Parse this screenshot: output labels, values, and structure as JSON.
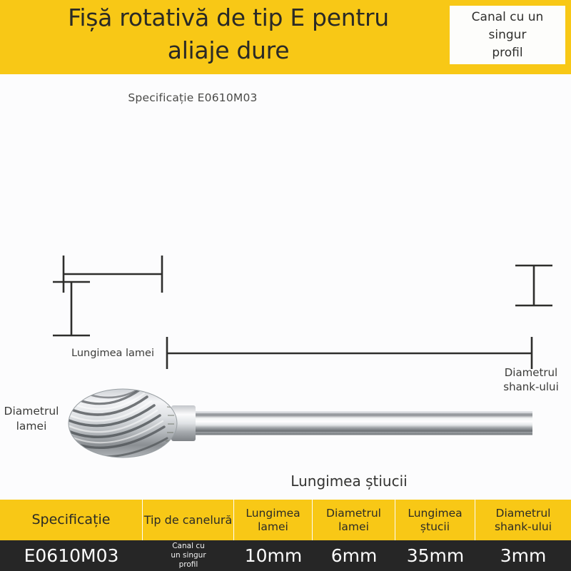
{
  "header": {
    "title": "Fișă rotativă de tip E pentru\naliaje dure",
    "badge": "Canal cu un\nsingur\nprofil"
  },
  "spec_line": "Specificație E0610M03",
  "diagram": {
    "labels": {
      "blade_length": "Lungimea lamei",
      "blade_diameter": "Diametrul\nlamei",
      "shank_diameter": "Diametrul\nshank-ului",
      "total_length": "Lungimea știucii"
    },
    "product": "rotary-burr-type-e"
  },
  "table": {
    "headers": [
      "Specificație",
      "Tip de canelură",
      "Lungimea\nlamei",
      "Diametrul\nlamei",
      "Lungimea\nștucii",
      "Diametrul\nshank-ului"
    ],
    "row": [
      "E0610M03",
      "Canal cu\nun singur\nprofil",
      "10mm",
      "6mm",
      "35mm",
      "3mm"
    ]
  },
  "colors": {
    "brand_yellow": "#f8c816",
    "dark_row": "#262626",
    "background": "#fcfcfd",
    "text_dark": "#2a2a26"
  }
}
